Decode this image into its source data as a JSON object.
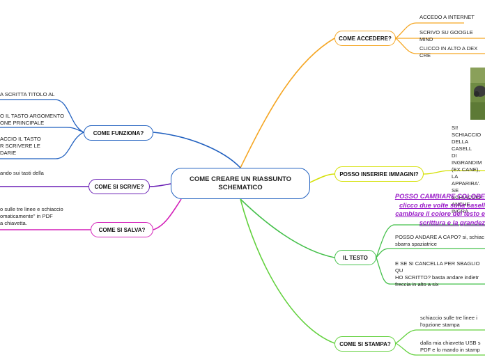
{
  "central": {
    "title": "COME CREARE UN RIASSUNTO SCHEMATICO"
  },
  "branches": {
    "come_accedere": {
      "label": "COME ACCEDERE?",
      "color": "#f5a623",
      "items": [
        "ACCEDO A INTERNET",
        "SCRIVO SU GOOGLE MIND",
        "CLICCO IN ALTO A DEX CRE"
      ]
    },
    "posso_inserire_immagini": {
      "label": "POSSO INSERIRE IMMAGINI?",
      "color": "#d4e000",
      "text": "SI! SCHIACCIO\nDELLA CASELL\nDI INGRANDIM\n(EX CANE), LA\nAPPARIRA'.\nSE SCHIACCIO\nANCHE INGRA"
    },
    "il_testo": {
      "label": "IL TESTO",
      "color": "#45c04b",
      "question": "POSSO CAMBIARE COLORE\nclicco due volte sulla casell\ncambiare il colore del testo e\nscrittura e la grandez",
      "items": [
        "POSSO ANDARE A CAPO? si, schiac\nsbarra spaziatrice",
        "E SE SI CANCELLA PER SBAGLIO QU\nHO SCRITTO? basta andare indietr\nfreccia in alto a six"
      ]
    },
    "come_si_stampa": {
      "label": "COME SI STAMPA?",
      "color": "#63d13e",
      "items": [
        "schiaccio sulle tre linee i\nl'opzione stampa",
        "dalla mia chiavetta USB s\nPDF e lo mando in stamp"
      ]
    },
    "come_funziona": {
      "label": "COME FUNZIONA?",
      "color": "#1f5fbf",
      "items": [
        "A SCRITTA TITOLO AL",
        "O IL TASTO ARGOMENTO\nONE PRINCIPALE",
        "ACCIO IL TASTO\nR SCRIVERE LE\nDARIE"
      ]
    },
    "come_si_scrive": {
      "label": "COME SI SCRIVE?",
      "color": "#6a1fb5",
      "items": [
        "ando sui tasti della"
      ]
    },
    "come_si_salva": {
      "label": "COME SI SALVA?",
      "color": "#d31fb8",
      "items": [
        "o sulle tre linee e schiaccio\nomaticamente\" in PDF\na chiavetta."
      ]
    }
  }
}
